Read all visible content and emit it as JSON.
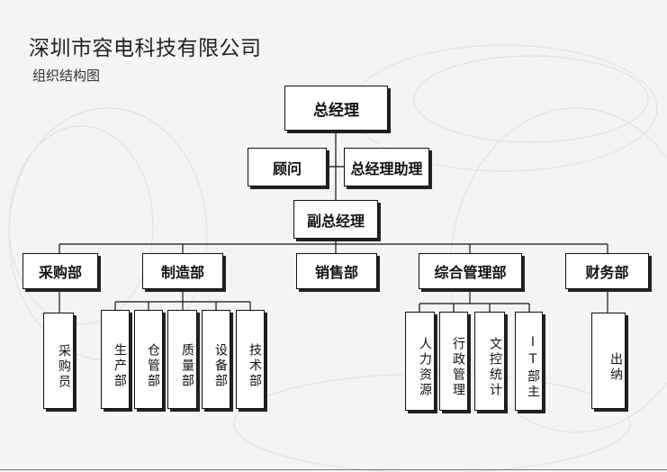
{
  "header": {
    "company": "深圳市容电科技有限公司",
    "subtitle": "组织结构图"
  },
  "org": {
    "ceo": "总经理",
    "advisor": "顾问",
    "assistant": "总经理助理",
    "vp": "副总经理",
    "departments": [
      {
        "label": "采购部",
        "subs": [
          "采购员"
        ]
      },
      {
        "label": "制造部",
        "subs": [
          "生产部",
          "仓管部",
          "质量部",
          "设备部",
          "技术部"
        ]
      },
      {
        "label": "销售部",
        "subs": []
      },
      {
        "label": "综合管理部",
        "subs": [
          "人力资源",
          "行政管理",
          "文控统计",
          "IT部主"
        ]
      },
      {
        "label": "财务部",
        "subs": [
          "出纳"
        ]
      }
    ]
  }
}
